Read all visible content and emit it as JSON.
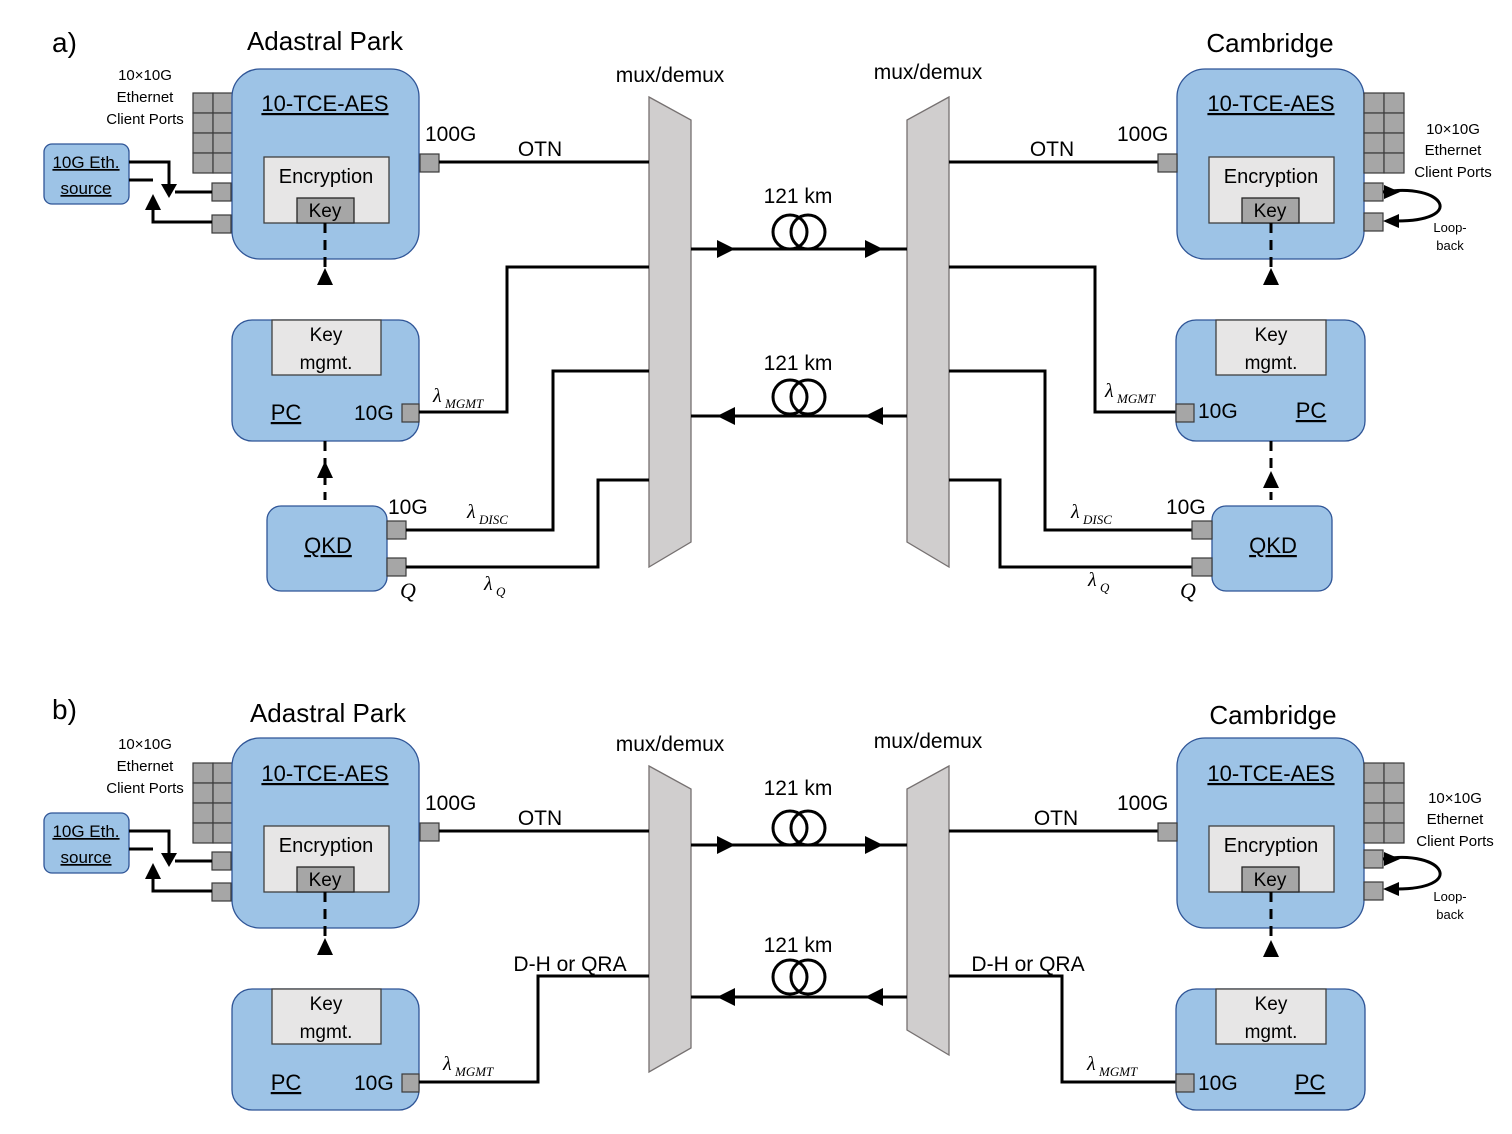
{
  "panel_labels": [
    "a)",
    "b)"
  ],
  "sites": {
    "left": "Adastral Park",
    "right": "Cambridge"
  },
  "labels": {
    "aes": "10-TCE-AES",
    "encryption": "Encryption",
    "key": "Key",
    "key_mgmt_1": "Key",
    "key_mgmt_2": "mgmt.",
    "pc": "PC",
    "qkd": "QKD",
    "mux": "mux/demux",
    "otn": "OTN",
    "port_100g": "100G",
    "port_10g": "10G",
    "fiber": "121 km",
    "client_1": "10×10G",
    "client_2": "Ethernet",
    "client_3": "Client Ports",
    "source_1": "10G Eth.",
    "source_2": "source",
    "loop_1": "Loop-",
    "loop_2": "back",
    "q": "Q",
    "lambda": "λ",
    "sub_mgmt": "MGMT",
    "sub_disc": "DISC",
    "sub_q": "Q",
    "dh_qra": "D-H or QRA"
  },
  "colors": {
    "device_fill": "#9dc3e6",
    "device_border": "#2f5597",
    "inner_fill": "#e7e6e6",
    "port_fill": "#a6a6a6",
    "mux_fill": "#d0cece"
  }
}
